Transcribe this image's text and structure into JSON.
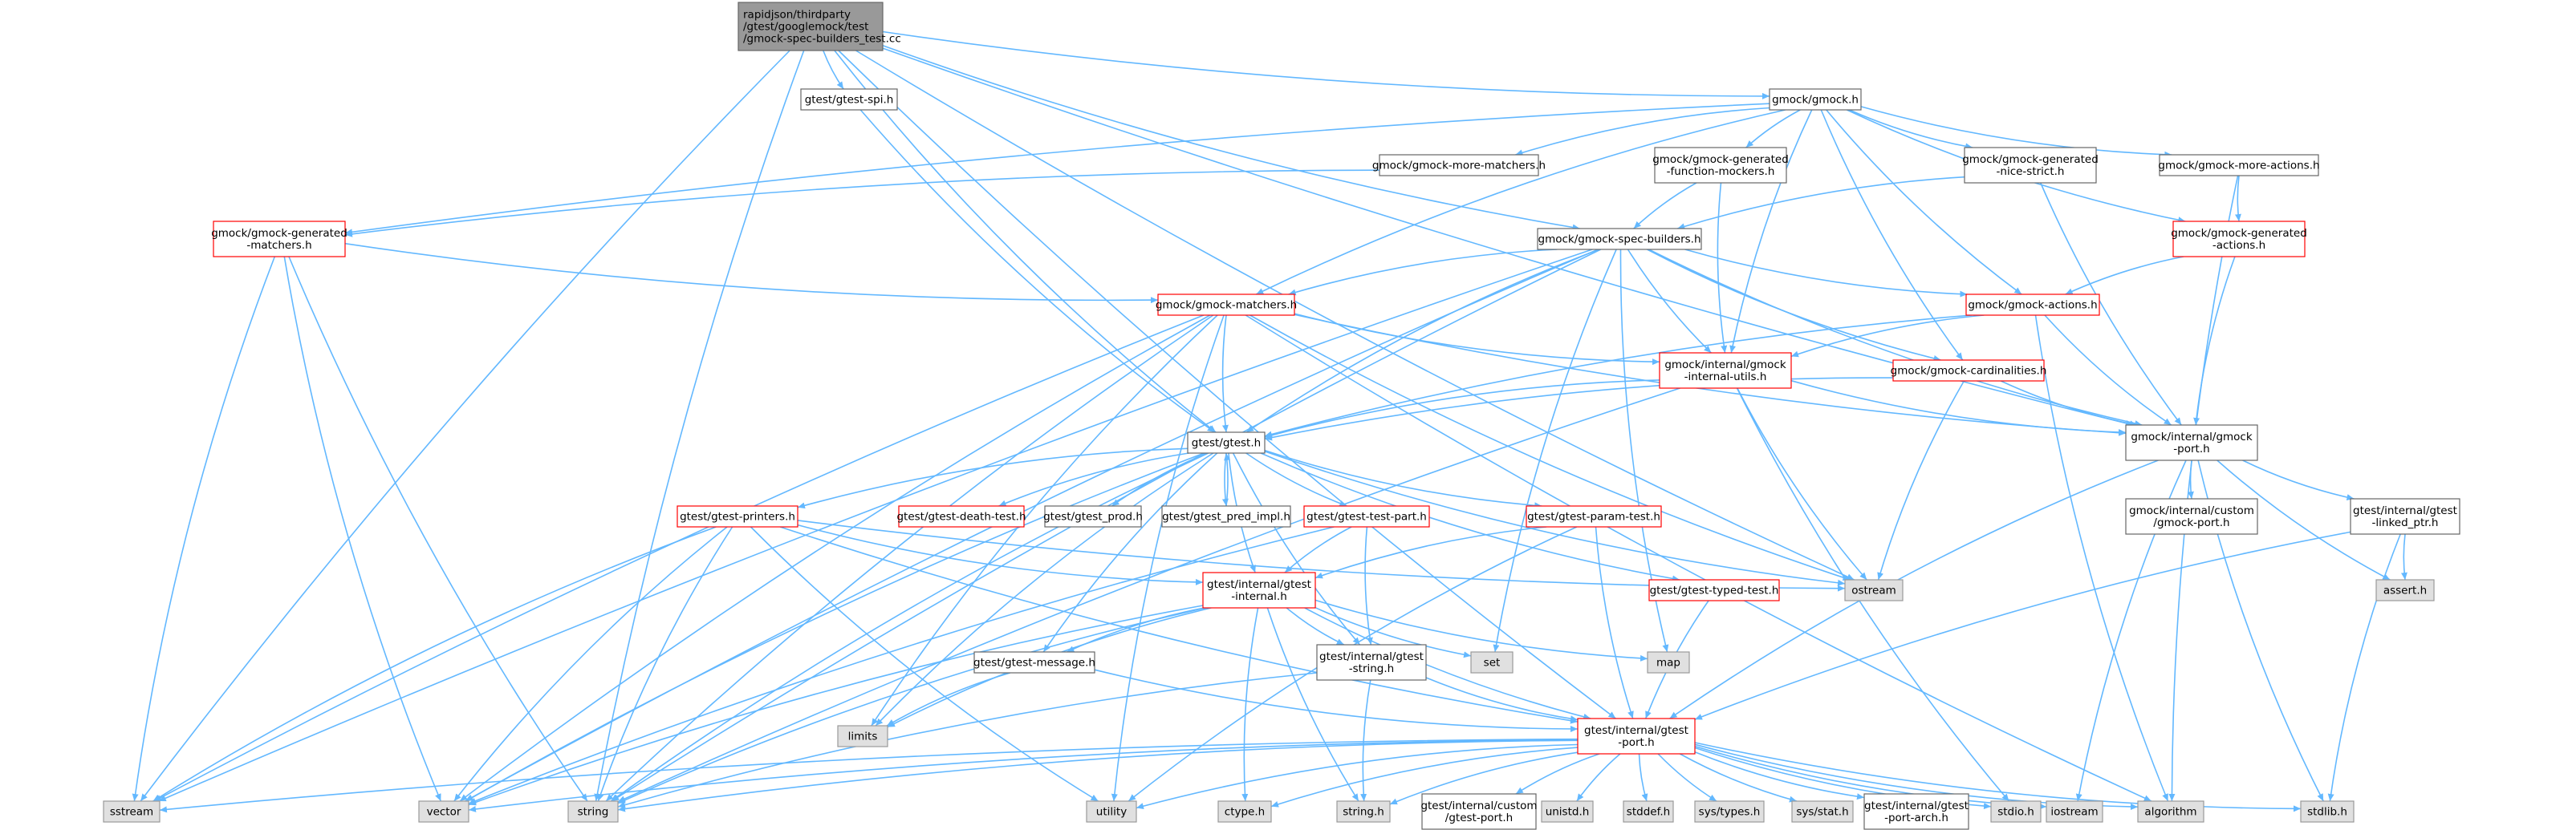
{
  "diagram": {
    "colors": {
      "edge": "#63b8ff",
      "root_fill": "#999999",
      "root_border": "#666666",
      "normal_border": "#666666",
      "red_border": "#ff0000",
      "system_fill": "#e0e0e0",
      "red_fill": "#fff0f0",
      "white": "#ffffff"
    },
    "nodes": [
      {
        "id": "root",
        "lines": [
          "rapidjson/thirdparty",
          "/gtest/googlemock/test",
          "/gmock-spec-builders_test.cc"
        ],
        "style": "root"
      },
      {
        "id": "gtest_spi",
        "lines": [
          "gtest/gtest-spi.h"
        ],
        "style": "normal"
      },
      {
        "id": "gmock_h",
        "lines": [
          "gmock/gmock.h"
        ],
        "style": "normal"
      },
      {
        "id": "more_matchers",
        "lines": [
          "gmock/gmock-more-matchers.h"
        ],
        "style": "normal"
      },
      {
        "id": "gen_func_mockers",
        "lines": [
          "gmock/gmock-generated",
          "-function-mockers.h"
        ],
        "style": "normal"
      },
      {
        "id": "gen_nice_strict",
        "lines": [
          "gmock/gmock-generated",
          "-nice-strict.h"
        ],
        "style": "normal"
      },
      {
        "id": "more_actions",
        "lines": [
          "gmock/gmock-more-actions.h"
        ],
        "style": "normal"
      },
      {
        "id": "gen_matchers",
        "lines": [
          "gmock/gmock-generated",
          "-matchers.h"
        ],
        "style": "red"
      },
      {
        "id": "spec_builders",
        "lines": [
          "gmock/gmock-spec-builders.h"
        ],
        "style": "normal"
      },
      {
        "id": "gen_actions",
        "lines": [
          "gmock/gmock-generated",
          "-actions.h"
        ],
        "style": "red"
      },
      {
        "id": "matchers",
        "lines": [
          "gmock/gmock-matchers.h"
        ],
        "style": "red"
      },
      {
        "id": "actions",
        "lines": [
          "gmock/gmock-actions.h"
        ],
        "style": "red"
      },
      {
        "id": "internal_utils",
        "lines": [
          "gmock/internal/gmock",
          "-internal-utils.h"
        ],
        "style": "red"
      },
      {
        "id": "cardinalities",
        "lines": [
          "gmock/gmock-cardinalities.h"
        ],
        "style": "red"
      },
      {
        "id": "gmock_port",
        "lines": [
          "gmock/internal/gmock",
          "-port.h"
        ],
        "style": "normal"
      },
      {
        "id": "gtest_h",
        "lines": [
          "gtest/gtest.h"
        ],
        "style": "normal"
      },
      {
        "id": "gtest_printers",
        "lines": [
          "gtest/gtest-printers.h"
        ],
        "style": "red"
      },
      {
        "id": "death_test",
        "lines": [
          "gtest/gtest-death-test.h"
        ],
        "style": "red"
      },
      {
        "id": "gtest_prod",
        "lines": [
          "gtest/gtest_prod.h"
        ],
        "style": "normal"
      },
      {
        "id": "pred_impl",
        "lines": [
          "gtest/gtest_pred_impl.h"
        ],
        "style": "normal"
      },
      {
        "id": "test_part",
        "lines": [
          "gtest/gtest-test-part.h"
        ],
        "style": "red"
      },
      {
        "id": "param_test",
        "lines": [
          "gtest/gtest-param-test.h"
        ],
        "style": "red"
      },
      {
        "id": "custom_gmock_port",
        "lines": [
          "gmock/internal/custom",
          "/gmock-port.h"
        ],
        "style": "normal"
      },
      {
        "id": "linked_ptr",
        "lines": [
          "gtest/internal/gtest",
          "-linked_ptr.h"
        ],
        "style": "normal"
      },
      {
        "id": "gtest_internal",
        "lines": [
          "gtest/internal/gtest",
          "-internal.h"
        ],
        "style": "red"
      },
      {
        "id": "ostream",
        "lines": [
          "ostream"
        ],
        "style": "system"
      },
      {
        "id": "typed_test",
        "lines": [
          "gtest/gtest-typed-test.h"
        ],
        "style": "red"
      },
      {
        "id": "assert",
        "lines": [
          "assert.h"
        ],
        "style": "system"
      },
      {
        "id": "gtest_message",
        "lines": [
          "gtest/gtest-message.h"
        ],
        "style": "normal"
      },
      {
        "id": "gtest_string",
        "lines": [
          "gtest/internal/gtest",
          "-string.h"
        ],
        "style": "normal"
      },
      {
        "id": "set",
        "lines": [
          "set"
        ],
        "style": "system"
      },
      {
        "id": "map",
        "lines": [
          "map"
        ],
        "style": "system"
      },
      {
        "id": "limits",
        "lines": [
          "limits"
        ],
        "style": "system"
      },
      {
        "id": "gtest_port",
        "lines": [
          "gtest/internal/gtest",
          "-port.h"
        ],
        "style": "red"
      },
      {
        "id": "sstream",
        "lines": [
          "sstream"
        ],
        "style": "system"
      },
      {
        "id": "vector",
        "lines": [
          "vector"
        ],
        "style": "system"
      },
      {
        "id": "string",
        "lines": [
          "string"
        ],
        "style": "system"
      },
      {
        "id": "utility",
        "lines": [
          "utility"
        ],
        "style": "system"
      },
      {
        "id": "ctype",
        "lines": [
          "ctype.h"
        ],
        "style": "system"
      },
      {
        "id": "string_h",
        "lines": [
          "string.h"
        ],
        "style": "system"
      },
      {
        "id": "custom_gtest_port",
        "lines": [
          "gtest/internal/custom",
          "/gtest-port.h"
        ],
        "style": "normal"
      },
      {
        "id": "unistd",
        "lines": [
          "unistd.h"
        ],
        "style": "system"
      },
      {
        "id": "stddef",
        "lines": [
          "stddef.h"
        ],
        "style": "system"
      },
      {
        "id": "sys_types",
        "lines": [
          "sys/types.h"
        ],
        "style": "system"
      },
      {
        "id": "sys_stat",
        "lines": [
          "sys/stat.h"
        ],
        "style": "system"
      },
      {
        "id": "port_arch",
        "lines": [
          "gtest/internal/gtest",
          "-port-arch.h"
        ],
        "style": "normal"
      },
      {
        "id": "stdio",
        "lines": [
          "stdio.h"
        ],
        "style": "system"
      },
      {
        "id": "iostream",
        "lines": [
          "iostream"
        ],
        "style": "system"
      },
      {
        "id": "algorithm",
        "lines": [
          "algorithm"
        ],
        "style": "system"
      },
      {
        "id": "stdlib",
        "lines": [
          "stdlib.h"
        ],
        "style": "system"
      }
    ],
    "edges": [
      [
        "root",
        "gtest_spi"
      ],
      [
        "root",
        "gmock_h"
      ],
      [
        "root",
        "spec_builders"
      ],
      [
        "root",
        "gtest_h"
      ],
      [
        "root",
        "sstream"
      ],
      [
        "root",
        "string"
      ],
      [
        "root",
        "ostream"
      ],
      [
        "root",
        "gmock_port"
      ],
      [
        "root",
        "gtest_port"
      ],
      [
        "gmock_h",
        "more_matchers"
      ],
      [
        "gmock_h",
        "gen_func_mockers"
      ],
      [
        "gmock_h",
        "gen_nice_strict"
      ],
      [
        "gmock_h",
        "more_actions"
      ],
      [
        "gmock_h",
        "gen_matchers"
      ],
      [
        "gmock_h",
        "gen_actions"
      ],
      [
        "gmock_h",
        "matchers"
      ],
      [
        "gmock_h",
        "actions"
      ],
      [
        "gmock_h",
        "cardinalities"
      ],
      [
        "gmock_h",
        "internal_utils"
      ],
      [
        "more_matchers",
        "gen_matchers"
      ],
      [
        "gen_func_mockers",
        "spec_builders"
      ],
      [
        "gen_func_mockers",
        "internal_utils"
      ],
      [
        "gen_nice_strict",
        "spec_builders"
      ],
      [
        "gen_nice_strict",
        "gmock_port"
      ],
      [
        "more_actions",
        "gen_actions"
      ],
      [
        "more_actions",
        "algorithm"
      ],
      [
        "gen_matchers",
        "matchers"
      ],
      [
        "gen_matchers",
        "sstream"
      ],
      [
        "gen_matchers",
        "string"
      ],
      [
        "gen_matchers",
        "vector"
      ],
      [
        "gen_actions",
        "actions"
      ],
      [
        "gen_actions",
        "gmock_port"
      ],
      [
        "spec_builders",
        "matchers"
      ],
      [
        "spec_builders",
        "actions"
      ],
      [
        "spec_builders",
        "cardinalities"
      ],
      [
        "spec_builders",
        "internal_utils"
      ],
      [
        "spec_builders",
        "gmock_port"
      ],
      [
        "spec_builders",
        "gtest_h"
      ],
      [
        "spec_builders",
        "map"
      ],
      [
        "spec_builders",
        "set"
      ],
      [
        "spec_builders",
        "sstream"
      ],
      [
        "spec_builders",
        "string"
      ],
      [
        "spec_builders",
        "vector"
      ],
      [
        "matchers",
        "internal_utils"
      ],
      [
        "matchers",
        "gmock_port"
      ],
      [
        "matchers",
        "gtest_h"
      ],
      [
        "matchers",
        "algorithm"
      ],
      [
        "matchers",
        "limits"
      ],
      [
        "matchers",
        "ostream"
      ],
      [
        "matchers",
        "sstream"
      ],
      [
        "matchers",
        "string"
      ],
      [
        "matchers",
        "utility"
      ],
      [
        "matchers",
        "vector"
      ],
      [
        "actions",
        "internal_utils"
      ],
      [
        "actions",
        "gmock_port"
      ],
      [
        "actions",
        "algorithm"
      ],
      [
        "actions",
        "gtest_h"
      ],
      [
        "cardinalities",
        "gmock_port"
      ],
      [
        "cardinalities",
        "ostream"
      ],
      [
        "cardinalities",
        "gtest_h"
      ],
      [
        "internal_utils",
        "gmock_port"
      ],
      [
        "internal_utils",
        "gtest_h"
      ],
      [
        "internal_utils",
        "ostream"
      ],
      [
        "internal_utils",
        "string"
      ],
      [
        "internal_utils",
        "stdio"
      ],
      [
        "gmock_port",
        "custom_gmock_port"
      ],
      [
        "gmock_port",
        "linked_ptr"
      ],
      [
        "gmock_port",
        "assert"
      ],
      [
        "gmock_port",
        "stdlib"
      ],
      [
        "gmock_port",
        "iostream"
      ],
      [
        "gmock_port",
        "gtest_port"
      ],
      [
        "linked_ptr",
        "assert"
      ],
      [
        "linked_ptr",
        "stdlib"
      ],
      [
        "linked_ptr",
        "gtest_port"
      ],
      [
        "gtest_spi",
        "gtest_h"
      ],
      [
        "gtest_h",
        "gtest_printers"
      ],
      [
        "gtest_h",
        "death_test"
      ],
      [
        "gtest_h",
        "gtest_prod"
      ],
      [
        "gtest_h",
        "pred_impl"
      ],
      [
        "gtest_h",
        "test_part"
      ],
      [
        "gtest_h",
        "param_test"
      ],
      [
        "gtest_h",
        "typed_test"
      ],
      [
        "gtest_h",
        "gtest_internal"
      ],
      [
        "gtest_h",
        "gtest_message"
      ],
      [
        "gtest_h",
        "gtest_string"
      ],
      [
        "gtest_h",
        "ostream"
      ],
      [
        "gtest_h",
        "limits"
      ],
      [
        "gtest_h",
        "vector"
      ],
      [
        "gtest_h",
        "string"
      ],
      [
        "pred_impl",
        "gtest_h"
      ],
      [
        "gtest_printers",
        "gtest_internal"
      ],
      [
        "gtest_printers",
        "gtest_port"
      ],
      [
        "gtest_printers",
        "ostream"
      ],
      [
        "gtest_printers",
        "sstream"
      ],
      [
        "gtest_printers",
        "string"
      ],
      [
        "gtest_printers",
        "utility"
      ],
      [
        "gtest_printers",
        "vector"
      ],
      [
        "test_part",
        "gtest_internal"
      ],
      [
        "test_part",
        "gtest_string"
      ],
      [
        "test_part",
        "vector"
      ],
      [
        "param_test",
        "gtest_internal"
      ],
      [
        "param_test",
        "gtest_port"
      ],
      [
        "param_test",
        "utility"
      ],
      [
        "typed_test",
        "gtest_port"
      ],
      [
        "gtest_internal",
        "gtest_message"
      ],
      [
        "gtest_internal",
        "gtest_string"
      ],
      [
        "gtest_internal",
        "gtest_port"
      ],
      [
        "gtest_internal",
        "set"
      ],
      [
        "gtest_internal",
        "map"
      ],
      [
        "gtest_internal",
        "limits"
      ],
      [
        "gtest_internal",
        "ctype"
      ],
      [
        "gtest_internal",
        "string_h"
      ],
      [
        "gtest_internal",
        "vector"
      ],
      [
        "gtest_internal",
        "string"
      ],
      [
        "gtest_message",
        "gtest_port"
      ],
      [
        "gtest_message",
        "limits"
      ],
      [
        "gtest_string",
        "gtest_port"
      ],
      [
        "gtest_string",
        "string_h"
      ],
      [
        "gtest_string",
        "string"
      ],
      [
        "gtest_port",
        "sstream"
      ],
      [
        "gtest_port",
        "vector"
      ],
      [
        "gtest_port",
        "string"
      ],
      [
        "gtest_port",
        "utility"
      ],
      [
        "gtest_port",
        "ctype"
      ],
      [
        "gtest_port",
        "string_h"
      ],
      [
        "gtest_port",
        "custom_gtest_port"
      ],
      [
        "gtest_port",
        "unistd"
      ],
      [
        "gtest_port",
        "stddef"
      ],
      [
        "gtest_port",
        "sys_types"
      ],
      [
        "gtest_port",
        "sys_stat"
      ],
      [
        "gtest_port",
        "port_arch"
      ],
      [
        "gtest_port",
        "stdio"
      ],
      [
        "gtest_port",
        "iostream"
      ],
      [
        "gtest_port",
        "algorithm"
      ],
      [
        "gtest_port",
        "stdlib"
      ]
    ]
  }
}
